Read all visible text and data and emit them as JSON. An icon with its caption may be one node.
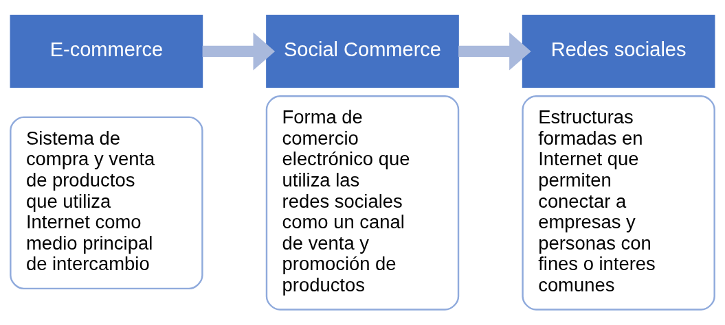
{
  "diagram": {
    "nodes": [
      {
        "text": [
          "E-commerce"
        ]
      },
      {
        "text": [
          "Sistema de compra y venta de productos que utiliza Internet como medio principal de intercambio"
        ]
      },
      {
        "text": [
          "Social Commerce"
        ]
      },
      {
        "text": [
          "Forma de comercio electrónico que utiliza las redes sociales como un canal de venta y promoción de productos"
        ]
      },
      {
        "text": [
          "Redes sociales"
        ]
      },
      {
        "text": [
          "Estructuras formadas en Internet que permiten conectar a empresas y personas con fines o interes comunes"
        ]
      }
    ],
    "edges": [
      {
        "from": 0,
        "to": 2,
        "arrow": "to"
      },
      {
        "from": 2,
        "to": 4,
        "arrow": "to"
      }
    ]
  }
}
